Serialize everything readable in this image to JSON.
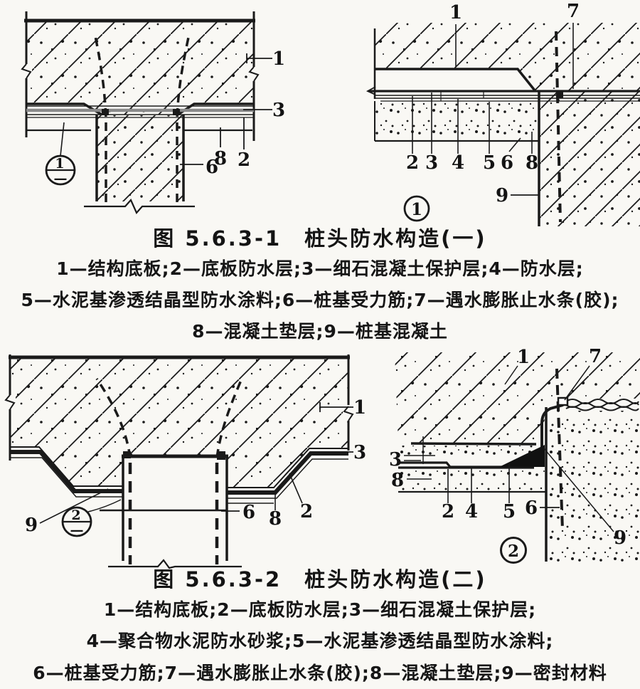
{
  "page": {
    "background": "#f9f8f4",
    "ink": "#1a1a1a",
    "gray_layer": "#8a8a8a"
  },
  "figure1": {
    "caption": "图 5.6.3-1　桩头防水构造(一)",
    "legend": [
      "1—结构底板;2—底板防水层;3—细石混凝土保护层;4—防水层;",
      "5—水泥基渗透结晶型防水涂料;6—桩基受力筋;7—遇水膨胀止水条(胶);",
      "8—混凝土垫层;9—桩基混凝土"
    ],
    "left": {
      "labels": {
        "n1": "1",
        "n3": "3",
        "n2": "2",
        "n8": "8",
        "n6": "6"
      },
      "mark": {
        "num": "1",
        "sheet": "—"
      }
    },
    "right": {
      "labels": {
        "n1": "1",
        "n7": "7",
        "n2": "2",
        "n3": "3",
        "n4": "4",
        "n5": "5",
        "n6": "6",
        "n8": "8",
        "n9": "9"
      },
      "circle": "1"
    }
  },
  "figure2": {
    "caption": "图 5.6.3-2　桩头防水构造(二)",
    "legend": [
      "1—结构底板;2—底板防水层;3—细石混凝土保护层;",
      "4—聚合物水泥防水砂浆;5—水泥基渗透结晶型防水涂料;",
      "6—桩基受力筋;7—遇水膨胀止水条(胶);8—混凝土垫层;9—密封材料"
    ],
    "left": {
      "labels": {
        "n1": "1",
        "n3": "3",
        "n2": "2",
        "n8": "8",
        "n6": "6",
        "n9": "9"
      },
      "mark": {
        "num": "2",
        "sheet": "—"
      }
    },
    "right": {
      "labels": {
        "n1": "1",
        "n7": "7",
        "n3": "3",
        "n8": "8",
        "n2": "2",
        "n4": "4",
        "n5": "5",
        "n6": "6",
        "n9": "9"
      },
      "circle": "2"
    }
  }
}
